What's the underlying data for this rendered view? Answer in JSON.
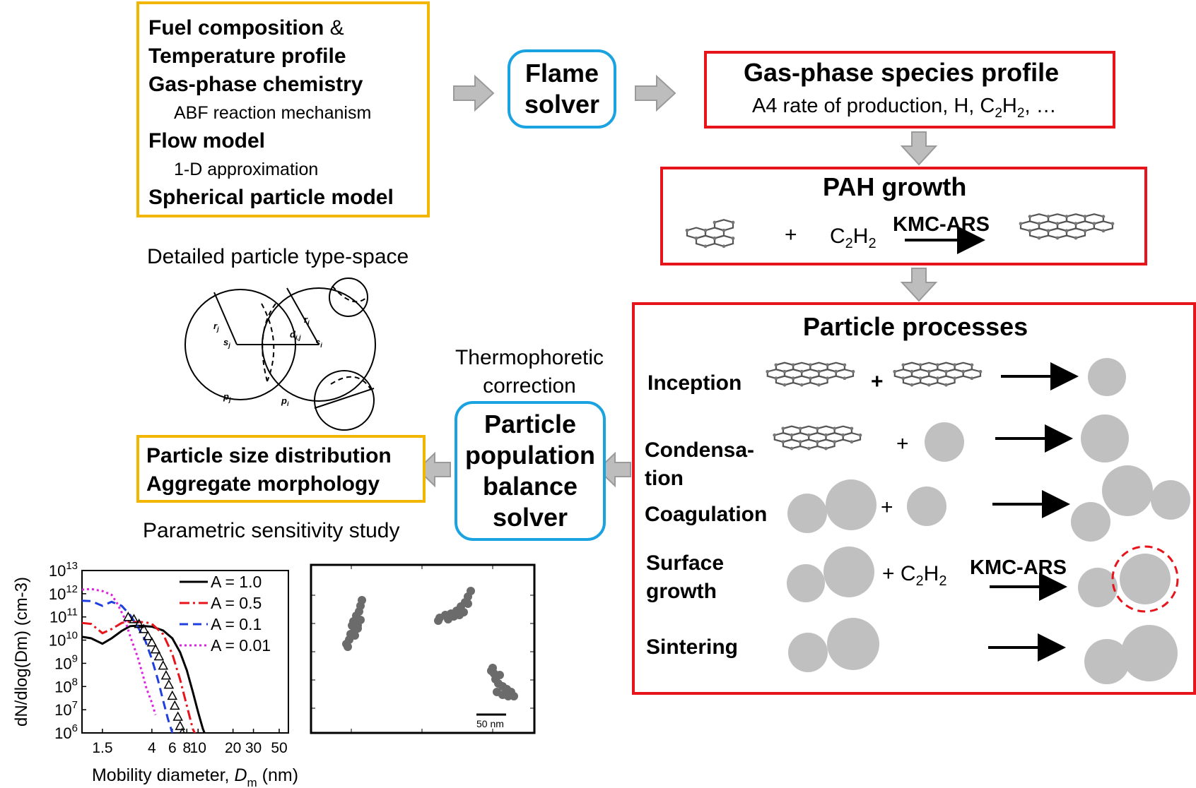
{
  "input_box": {
    "line1_bold": "Fuel composition",
    "line1_plain": " &",
    "line2": "Temperature profile",
    "line3": "Gas-phase chemistry",
    "line4": "ABF reaction mechanism",
    "line5": "Flow model",
    "line6": "1-D approximation",
    "line7": "Spherical particle model"
  },
  "flame_solver": {
    "line1": "Flame",
    "line2": "solver"
  },
  "gas_phase": {
    "title": "Gas-phase species profile",
    "sub_prefix": "A4 rate of production, H, C",
    "sub_2a": "2",
    "sub_mid": "H",
    "sub_2b": "2",
    "sub_suffix": ", …"
  },
  "pah": {
    "title": "PAH growth",
    "plus": "+",
    "c": "C",
    "sub2a": "2",
    "h": "H",
    "sub2b": "2",
    "method": "KMC-ARS"
  },
  "particle_processes": {
    "title": "Particle processes",
    "inception": "Inception",
    "condensation_1": "Condensa-",
    "condensation_2": "tion",
    "coagulation": "Coagulation",
    "surface_1": "Surface",
    "surface_2": "growth",
    "sintering": "Sintering",
    "plus": "+",
    "c2h2_c": "C",
    "c2h2_2a": "2",
    "c2h2_h": "H",
    "c2h2_2b": "2",
    "kmc": "KMC-ARS"
  },
  "type_space": {
    "title": "Detailed particle type-space",
    "r_j": "r",
    "r_j_sub": "j",
    "r_i": "r",
    "r_i_sub": "i",
    "d_ij": "d",
    "d_ij_sub": "i,j",
    "s_j": "s",
    "s_j_sub": "j",
    "s_i": "s",
    "s_i_sub": "i",
    "p_j": "p",
    "p_j_sub": "j",
    "p_i": "p",
    "p_i_sub": "i"
  },
  "thermo": {
    "line1": "Thermophoretic",
    "line2": "correction"
  },
  "pbs": {
    "line1": "Particle",
    "line2": "population",
    "line3": "balance",
    "line4": "solver"
  },
  "output_box": {
    "line1": "Particle size distribution",
    "line2": "Aggregate morphology"
  },
  "sensitivity": {
    "title": "Parametric sensitivity study"
  },
  "tem": {
    "scale_label": "50 nm"
  },
  "chart_data": {
    "type": "line",
    "xlabel_prefix": "Mobility diameter, ",
    "xlabel_var": "D",
    "xlabel_sub": "m",
    "xlabel_unit": " (nm)",
    "ylabel": "dN/dlog(Dm) (cm-3)",
    "xscale": "log",
    "yscale": "log",
    "xlim": [
      1,
      60
    ],
    "ylim": [
      1000000,
      10000000000000
    ],
    "x_ticks": [
      1.5,
      4,
      6,
      8,
      10,
      20,
      30,
      50
    ],
    "x_tick_labels": [
      "1.5",
      "4",
      "6",
      "8",
      "10",
      "20",
      "30",
      "50"
    ],
    "y_ticks": [
      1000000,
      10000000,
      100000000,
      1000000000,
      10000000000,
      100000000000,
      1000000000000,
      10000000000000
    ],
    "y_tick_exponents": [
      "6",
      "7",
      "8",
      "9",
      "10",
      "11",
      "12",
      "13"
    ],
    "y_tick_base": "10",
    "series": [
      {
        "name": "A = 1.0",
        "color": "#000000",
        "dash": "solid",
        "x": [
          1.0,
          1.2,
          1.5,
          1.8,
          2.2,
          2.6,
          3.0,
          3.5,
          4.0,
          5.0,
          6.0,
          7.0,
          8.0,
          9.0,
          10.0,
          11.0,
          12.0
        ],
        "y": [
          14000000000,
          12000000000,
          7000000000,
          12000000000,
          25000000000,
          40000000000,
          42000000000,
          40000000000,
          38000000000,
          26000000000,
          12000000000,
          3000000000,
          500000000,
          60000000,
          8000000,
          1500000,
          200000
        ]
      },
      {
        "name": "A = 0.5",
        "color": "#e8141b",
        "dash": "dashdot",
        "x": [
          1.0,
          1.2,
          1.5,
          1.8,
          2.2,
          2.6,
          3.0,
          3.5,
          4.0,
          5.0,
          6.0,
          7.0,
          8.0,
          9.0,
          10.0
        ],
        "y": [
          55000000000,
          50000000000,
          20000000000,
          30000000000,
          55000000000,
          65000000000,
          60000000000,
          60000000000,
          50000000000,
          18000000000,
          2500000000,
          200000000,
          15000000,
          1500000,
          200000
        ]
      },
      {
        "name": "A = 0.1",
        "color": "#1f3fe0",
        "dash": "dashed",
        "x": [
          1.0,
          1.2,
          1.5,
          1.8,
          2.2,
          2.6,
          3.0,
          3.5,
          4.0,
          4.5,
          5.0,
          5.5,
          6.0,
          6.5
        ],
        "y": [
          500000000000,
          480000000000,
          300000000000,
          450000000000,
          300000000000,
          120000000000,
          40000000000,
          10000000000,
          1500000000,
          200000000,
          25000000,
          4000000,
          1000000,
          300000
        ]
      },
      {
        "name": "A = 0.01",
        "color": "#e020e0",
        "dash": "dotted",
        "x": [
          1.0,
          1.2,
          1.5,
          1.8,
          2.0,
          2.3,
          2.6,
          3.0,
          3.3,
          3.6,
          4.0,
          4.3
        ],
        "y": [
          1500000000000,
          1600000000000,
          1300000000000,
          900000000000,
          400000000000,
          100000000000,
          15000000000,
          2000000000,
          400000000,
          80000000,
          20000000,
          6000000
        ]
      }
    ],
    "experiment": {
      "marker": "triangle",
      "x": [
        2.5,
        2.8,
        3.1,
        3.4,
        3.7,
        4.0,
        4.3,
        4.6,
        5.0,
        5.3,
        5.6,
        6.0,
        6.3,
        6.7,
        7.0,
        7.3
      ],
      "y": [
        100000000000,
        80000000000,
        50000000000,
        30000000000,
        15000000000,
        8000000000,
        4000000000,
        2000000000,
        800000000,
        300000000,
        120000000,
        40000000,
        15000000,
        5000000,
        2000000,
        1000000
      ]
    }
  }
}
